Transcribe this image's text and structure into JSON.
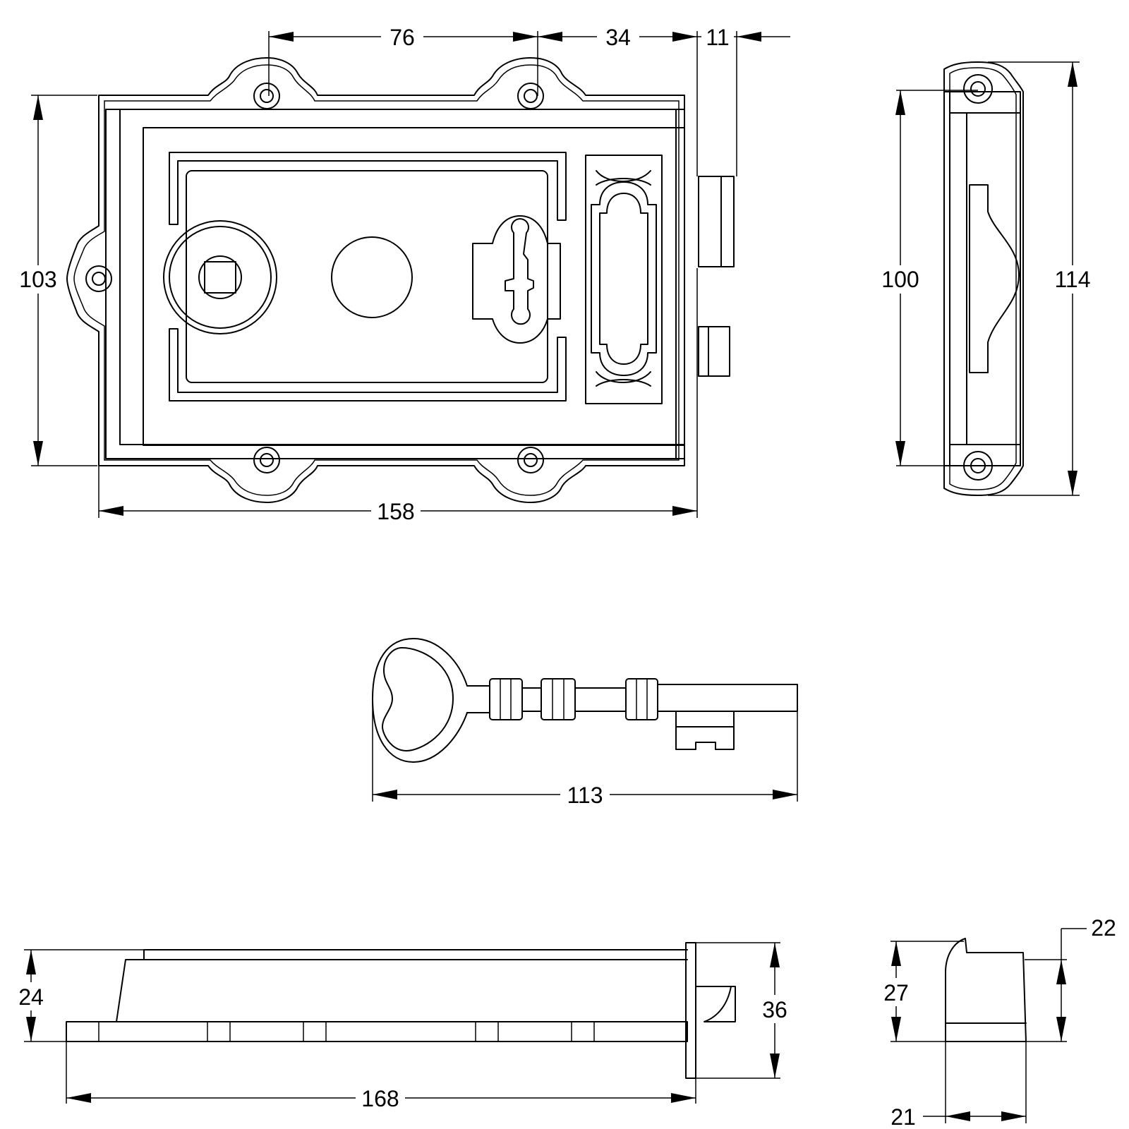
{
  "dimensions": {
    "hole_spacing": "76",
    "hole_to_edge": "34",
    "bolt_projection": "11",
    "body_height": "103",
    "body_width": "158",
    "side_inner_height": "100",
    "side_overall_height": "114",
    "key_length": "113",
    "overall_length": "168",
    "body_depth": "24",
    "forend_height": "36",
    "keep_depth": "27",
    "keep_top": "22",
    "keep_width": "21"
  }
}
